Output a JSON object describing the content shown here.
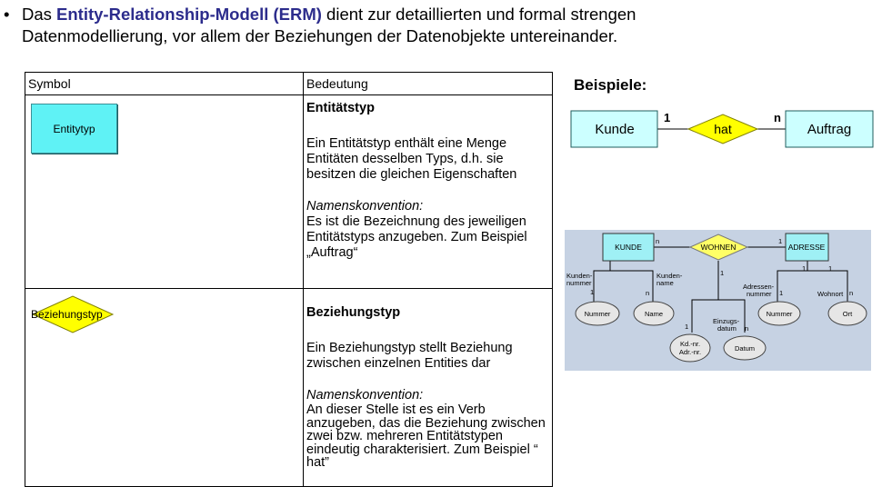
{
  "intro": {
    "bullet": "•",
    "pre": "Das ",
    "term": "Entity-Relationship-Modell (ERM)",
    "post": " dient zur detaillierten und formal strengen",
    "line2": "Datenmodellierung, vor allem der Beziehungen der Datenobjekte untereinander."
  },
  "table": {
    "headers": [
      "Symbol",
      "Bedeutung"
    ],
    "rows": [
      {
        "symbol_label": "Entitytyp",
        "title": "Entitätstyp",
        "desc": "Ein Entitätstyp enthält eine Menge Entitäten desselben Typs, d.h. sie besitzen die gleichen Eigenschaften",
        "conv_label": "Namenskonvention:",
        "conv": "Es ist die Bezeichnung des jeweiligen Entitätstyps anzugeben. Zum Beispiel „Auftrag“"
      },
      {
        "symbol_label": "Beziehungstyp",
        "title": "Beziehungstyp",
        "desc": "Ein Beziehungstyp stellt Beziehung zwischen einzelnen Entities dar",
        "conv_label": "Namenskonvention:",
        "conv": "An dieser Stelle ist es ein Verb anzugeben, das die Beziehung zwischen zwei bzw. mehreren Entitätstypen eindeutig charakterisiert. Zum Beispiel “ hat”"
      }
    ]
  },
  "examples": {
    "heading": "Beispiele:",
    "simple": {
      "left": "Kunde",
      "relation": "hat",
      "right": "Auftrag",
      "card_left": "1",
      "card_right": "n"
    },
    "complex": {
      "entity1": "KUNDE",
      "relation": "WOHNEN",
      "entity2": "ADRESSE",
      "card_e1": "n",
      "card_e2": "1",
      "card_rel": "1",
      "attr_lbl_1": [
        "Kunden-",
        "nummer"
      ],
      "attr_lbl_2": [
        "Kunden-",
        "name"
      ],
      "attr_lbl_3": [
        "Adressen-",
        "nummer"
      ],
      "attr_lbl_4": "Wohnort",
      "attr_lbl_5": [
        "Einzugs-",
        "datum"
      ],
      "ell_1": "Nummer",
      "ell_2": "Name",
      "ell_3": "Nummer",
      "ell_4": "Ort",
      "ell_5": [
        "Kd.-nr.",
        "Adr.-nr."
      ],
      "ell_6": "Datum",
      "c_1": "1",
      "c_2": "n",
      "c_3": "1",
      "c_4": "n",
      "c_5": "1",
      "c_6": "n",
      "c_7": "1",
      "c_8": "1"
    }
  }
}
